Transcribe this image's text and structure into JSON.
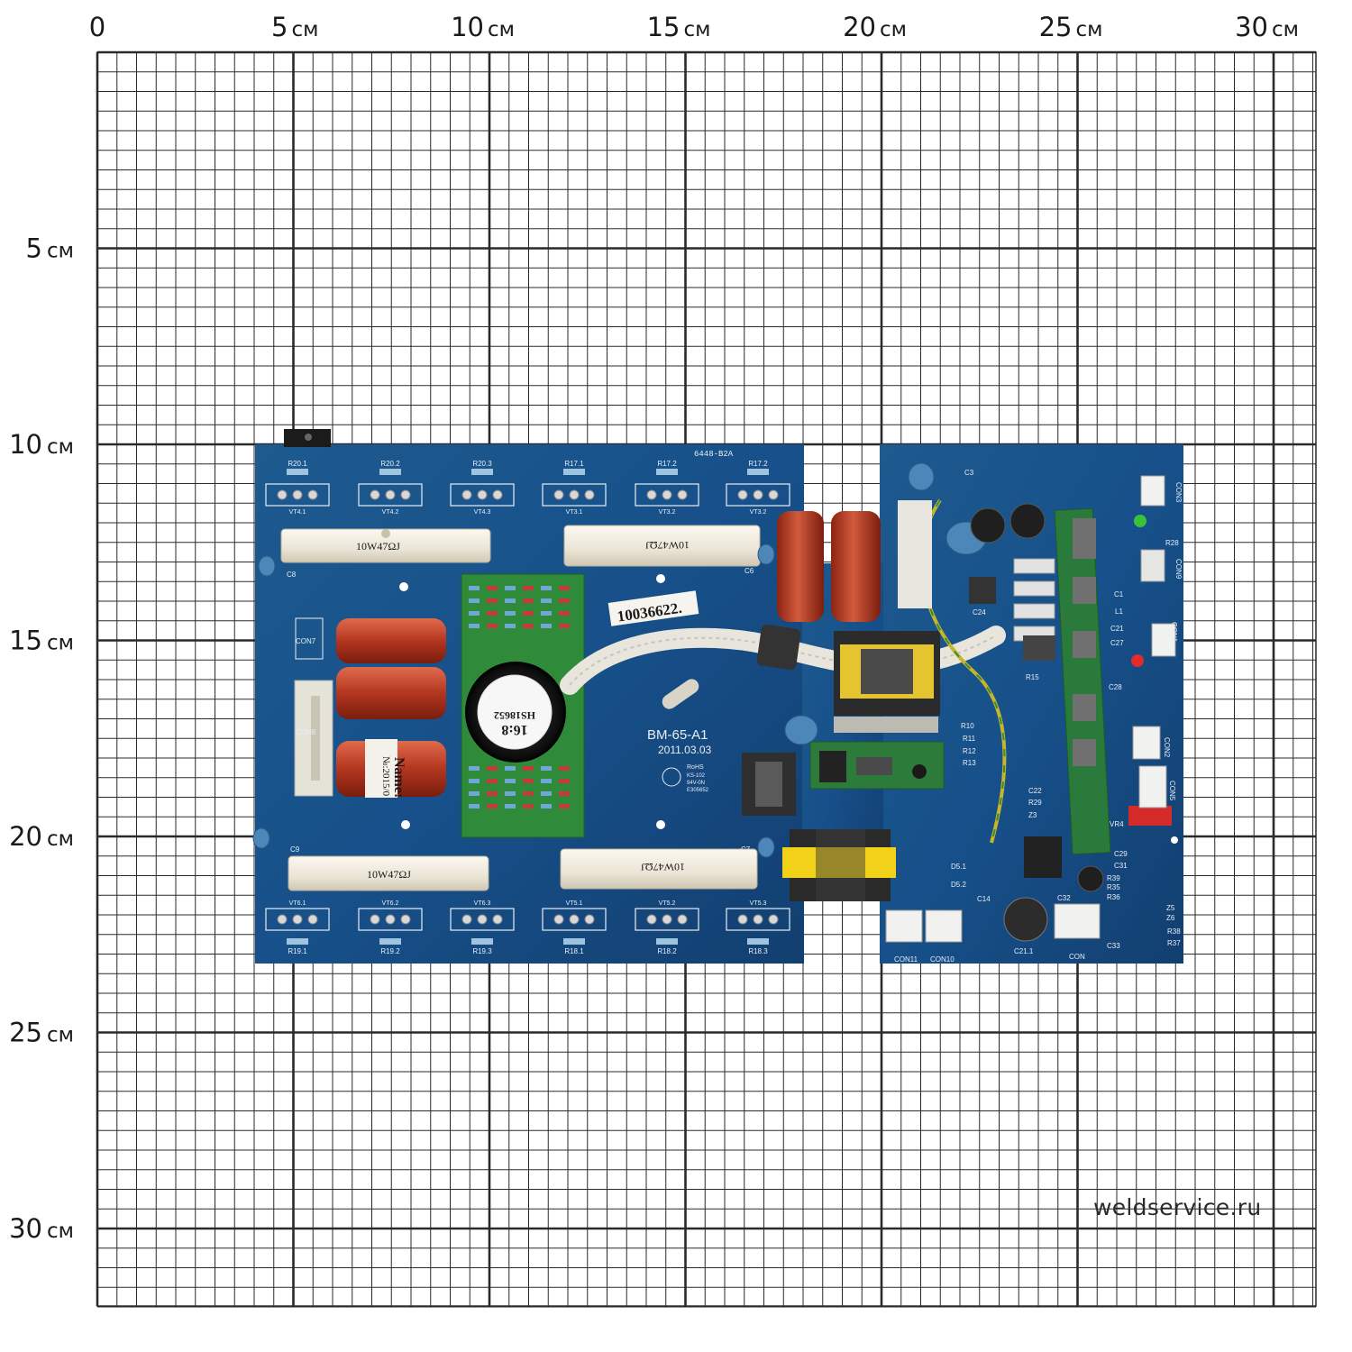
{
  "scale": {
    "unit": "см",
    "x_ticks": [
      "0",
      "5",
      "10",
      "15",
      "20",
      "25",
      "30"
    ],
    "y_ticks": [
      "5",
      "10",
      "15",
      "20",
      "25",
      "30"
    ]
  },
  "board": {
    "resistor_labels_top": [
      "R20.1",
      "R20.2",
      "R20.3",
      "R17.1",
      "R17.2",
      "R17.2"
    ],
    "transistor_labels_top": [
      "VT4.1",
      "VT4.2",
      "VT4.3",
      "VT3.1",
      "VT3.2",
      "VT3.2"
    ],
    "transistor_labels_bottom": [
      "VT6.1",
      "VT6.2",
      "VT6.3",
      "VT5.1",
      "VT5.2",
      "VT5.3"
    ],
    "resistor_labels_bottom": [
      "R19.1",
      "R19.2",
      "R19.3",
      "R18.1",
      "R18.2",
      "R18.3"
    ],
    "power_resistor_text": "10W47ΩJ",
    "board_code": "6448-B2A",
    "model": "BM-65-A1",
    "date": "2011.03.03",
    "sticker_number": "10036622.",
    "transformer_ratio": "16:8",
    "transformer_code": "HS18652",
    "name_sticker_title": "Name:",
    "name_sticker_no": "№:2015/0",
    "rohs_lines": [
      "RoHS",
      "KS-102",
      "94V-0N",
      "E305652"
    ],
    "capacitor_labels": [
      "C8",
      "C6",
      "C9",
      "C7",
      "C3"
    ],
    "connector_labels": [
      "CON7",
      "CON8",
      "CON3",
      "CON9",
      "CON1",
      "CON2",
      "CON5",
      "CON11",
      "CON10",
      "CON"
    ],
    "right_labels": [
      "R28",
      "C1",
      "L1",
      "C21",
      "C27",
      "C28",
      "C29",
      "C31",
      "R39",
      "R35",
      "R36",
      "Z5",
      "Z6",
      "R38",
      "R37",
      "C32",
      "C33",
      "C21.1",
      "C14",
      "D5.1",
      "D5.2",
      "R29",
      "Z3",
      "C22",
      "R10",
      "R11",
      "R12",
      "R13",
      "R15",
      "C24",
      "VR4"
    ]
  },
  "watermark": "weldservice.ru"
}
